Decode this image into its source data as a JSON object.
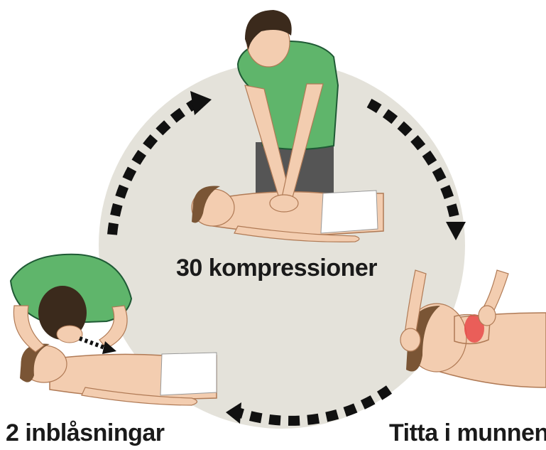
{
  "labels": {
    "compressions": "30 kompressioner",
    "breaths": "2 inblåsningar",
    "check_mouth": "Titta i munnen"
  },
  "colors": {
    "circle_fill": "#e4e2da",
    "dash": "#111111",
    "shirt_green": "#5fb56b",
    "shirt_outline": "#1f5a35",
    "skin": "#f3cdb0",
    "hair": "#3b2a1c",
    "towel": "#ffffff",
    "highlight_red": "#e84a4a"
  },
  "icons": [
    "cycle-arrow-icon"
  ]
}
